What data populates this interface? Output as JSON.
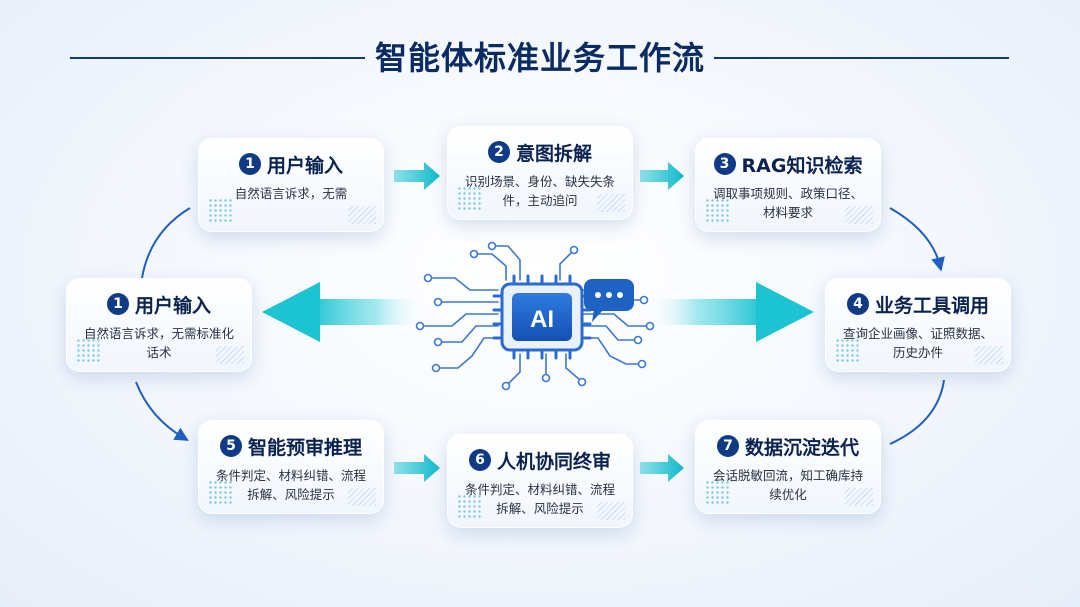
{
  "title": "智能体标准业务工作流",
  "center_icon": "AI",
  "steps": [
    {
      "num": "1",
      "label": "用户输入",
      "desc": "自然语言诉求，无需"
    },
    {
      "num": "2",
      "label": "意图拆解",
      "desc": "识别场景、身份、缺失失条件，主动追问"
    },
    {
      "num": "3",
      "label": "RAG知识检索",
      "desc": "调取事项规则、政策口径、材料要求"
    },
    {
      "num": "1",
      "label": "用户输入",
      "desc": "自然语言诉求，无需标准化话术"
    },
    {
      "num": "4",
      "label": "业务工具调用",
      "desc": "查询企业画像、证照数据、历史办件"
    },
    {
      "num": "5",
      "label": "智能预审推理",
      "desc": "条件判定、材料纠错、流程拆解、风险提示"
    },
    {
      "num": "6",
      "label": "人机协同终审",
      "desc": "条件判定、材料纠错、流程拆解、风险提示"
    },
    {
      "num": "7",
      "label": "数据沉淀迭代",
      "desc": "会话脱敏回流，知工确库持续优化"
    }
  ],
  "colors": {
    "title": "#0b2b63",
    "badge": "#0f3a86",
    "arrow_teal": "#1cc3d3",
    "arrow_blue": "#1f5fbf",
    "chip": "#1e63c4"
  }
}
